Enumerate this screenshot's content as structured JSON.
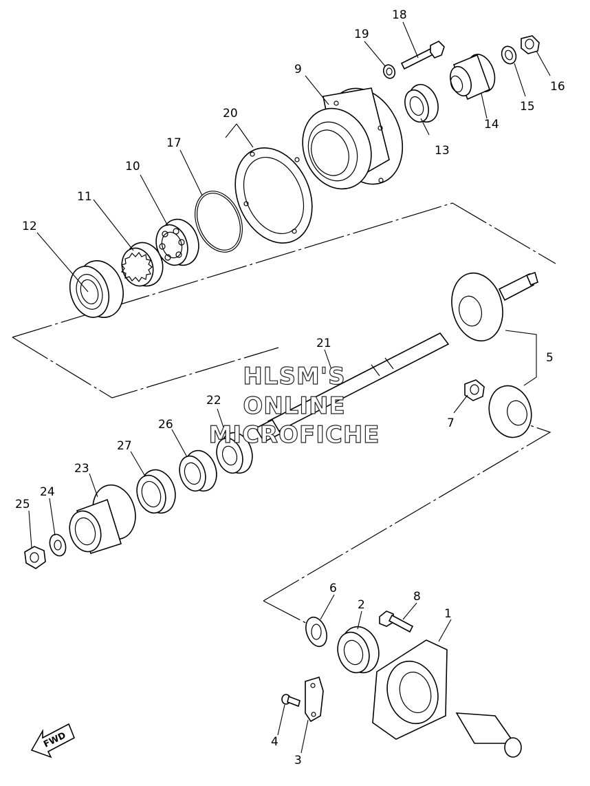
{
  "diagram": {
    "part_labels": [
      {
        "id": "1",
        "text": "1"
      },
      {
        "id": "2",
        "text": "2"
      },
      {
        "id": "3",
        "text": "3"
      },
      {
        "id": "4",
        "text": "4"
      },
      {
        "id": "5",
        "text": "5"
      },
      {
        "id": "6",
        "text": "6"
      },
      {
        "id": "7",
        "text": "7"
      },
      {
        "id": "8",
        "text": "8"
      },
      {
        "id": "9",
        "text": "9"
      },
      {
        "id": "10",
        "text": "10"
      },
      {
        "id": "11",
        "text": "11"
      },
      {
        "id": "12",
        "text": "12"
      },
      {
        "id": "13",
        "text": "13"
      },
      {
        "id": "14",
        "text": "14"
      },
      {
        "id": "15",
        "text": "15"
      },
      {
        "id": "16",
        "text": "16"
      },
      {
        "id": "17",
        "text": "17"
      },
      {
        "id": "18",
        "text": "18"
      },
      {
        "id": "19",
        "text": "19"
      },
      {
        "id": "20",
        "text": "20"
      },
      {
        "id": "21",
        "text": "21"
      },
      {
        "id": "22",
        "text": "22"
      },
      {
        "id": "23",
        "text": "23"
      },
      {
        "id": "24",
        "text": "24"
      },
      {
        "id": "25",
        "text": "25"
      },
      {
        "id": "26",
        "text": "26"
      },
      {
        "id": "27",
        "text": "27"
      }
    ],
    "direction_marker": "FWD"
  },
  "watermark": {
    "line1": "HLSM'S",
    "line2": "ONLINE",
    "line3": "MICROFICHE"
  }
}
